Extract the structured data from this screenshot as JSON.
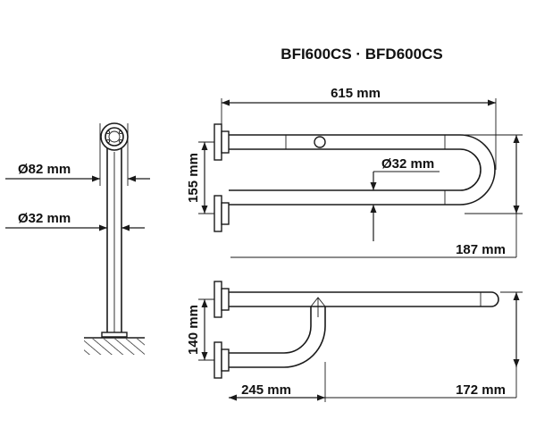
{
  "title": "BFI600CS · BFD600CS",
  "side_view": {
    "outer_diameter": "Ø82 mm",
    "tube_diameter": "Ø32 mm"
  },
  "top_view": {
    "overall_length": "615 mm",
    "tube_diameter": "Ø32 mm",
    "rail_spacing": "155 mm",
    "total_depth": "187 mm"
  },
  "bottom_view": {
    "rail_spacing": "140 mm",
    "leg_offset": "245 mm",
    "total_depth": "172 mm"
  }
}
